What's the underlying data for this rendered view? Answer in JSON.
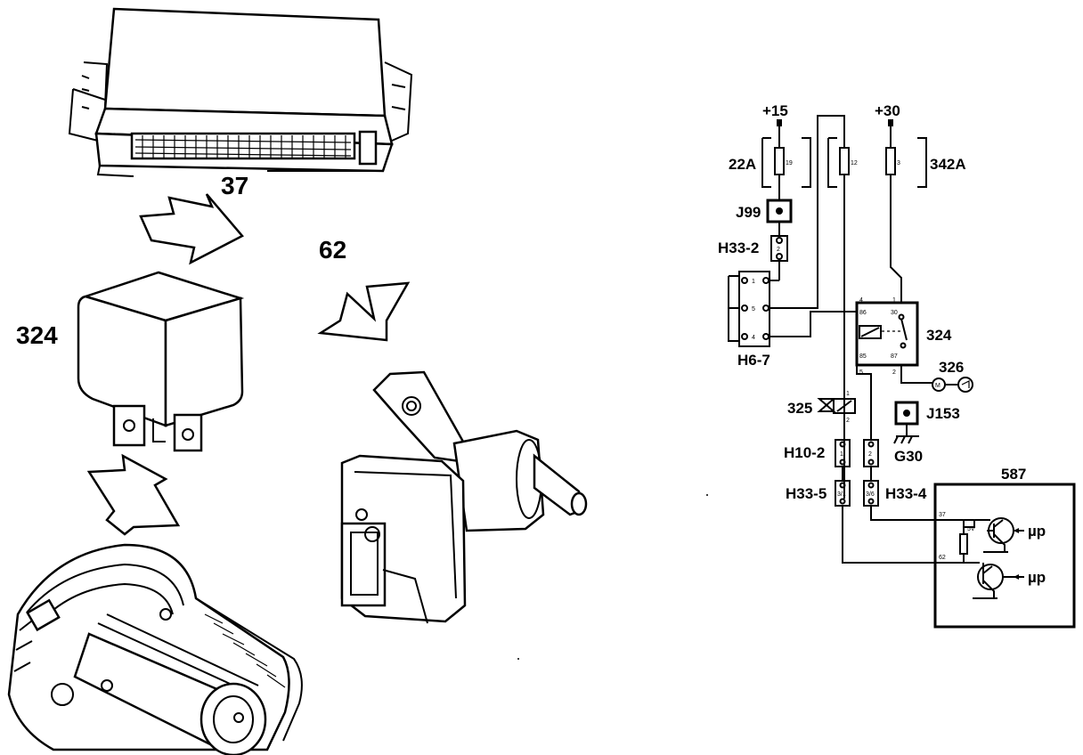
{
  "parts": {
    "ecu": "37",
    "relay": "324",
    "valve": "62"
  },
  "schematic": {
    "supply_15": "+15",
    "supply_30": "+30",
    "fuse_22a": "22A",
    "fuse_22a_pin": "19",
    "fuse_mid_pin": "12",
    "fuse_342a": "342A",
    "fuse_342a_pin": "3",
    "j99": "J99",
    "h33_2": "H33-2",
    "h33_2_pin": "2",
    "h6_7": "H6-7",
    "h6_7_pins": [
      "1",
      "5",
      "4"
    ],
    "relay_label": "324",
    "relay_pins": [
      "4",
      "86",
      "1",
      "30",
      "85",
      "87",
      "5",
      "2"
    ],
    "label_326": "326",
    "motor_m": "M",
    "j153": "J153",
    "g30": "G30",
    "label_325": "325",
    "valve_pins": [
      "1",
      "2"
    ],
    "h10_2": "H10-2",
    "h10_2_pins": [
      "1",
      "2"
    ],
    "h33_5": "H33-5",
    "h33_5_pin": "3/1",
    "h33_4": "H33-4",
    "h33_4_pin": "3/6",
    "ecu_box": "587",
    "ecu_pins": [
      "37",
      "62"
    ],
    "ecu_voltage": "5V",
    "mu_p_1": "µp",
    "mu_p_2": "µp"
  }
}
